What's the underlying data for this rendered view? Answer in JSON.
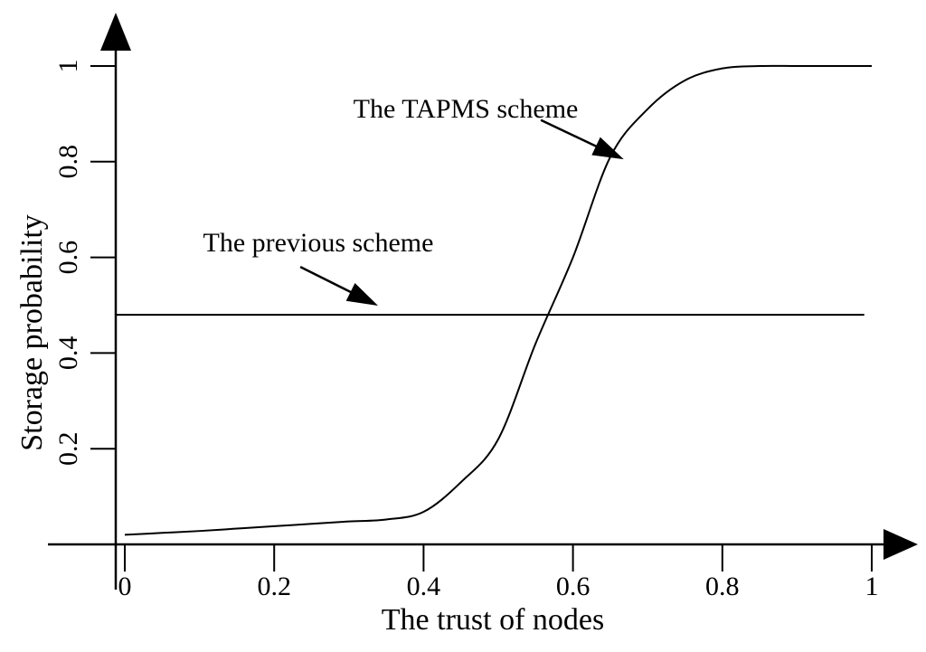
{
  "figure": {
    "background_color": "#ffffff",
    "line_color": "#000000"
  },
  "chart_data": {
    "type": "line",
    "title": "",
    "xlabel": "The trust of nodes",
    "ylabel": "Storage probability",
    "xlim": [
      0,
      1
    ],
    "ylim": [
      0,
      1
    ],
    "grid": false,
    "legend": "none (labels via arrow annotations)",
    "x_ticks": [
      0,
      0.2,
      0.4,
      0.6,
      0.8,
      1
    ],
    "x_tick_labels": [
      "0",
      "0.2",
      "0.4",
      "0.6",
      "0.8",
      "1"
    ],
    "y_ticks": [
      0.2,
      0.4,
      0.6,
      0.8,
      1
    ],
    "y_tick_labels": [
      "0.2",
      "0.4",
      "0.6",
      "0.8",
      "1"
    ],
    "series": [
      {
        "name": "The TAPMS scheme",
        "type": "curve",
        "x": [
          0,
          0.05,
          0.1,
          0.15,
          0.2,
          0.25,
          0.3,
          0.35,
          0.4,
          0.45,
          0.5,
          0.55,
          0.6,
          0.65,
          0.7,
          0.75,
          0.8,
          0.85,
          0.9,
          0.95,
          1.0
        ],
        "y": [
          0.02,
          0.024,
          0.028,
          0.033,
          0.038,
          0.043,
          0.048,
          0.052,
          0.068,
          0.13,
          0.22,
          0.42,
          0.6,
          0.81,
          0.91,
          0.97,
          0.995,
          1.0,
          1.0,
          1.0,
          1.0
        ]
      },
      {
        "name": "The previous scheme",
        "type": "constant",
        "value": 0.48,
        "x_range": [
          0,
          0.99
        ]
      }
    ],
    "annotations": [
      {
        "label": "The TAPMS scheme",
        "text_center": {
          "x": 0.456,
          "y": 0.909
        },
        "arrow_from": {
          "x": 0.557,
          "y": 0.887
        },
        "arrow_to": {
          "x": 0.668,
          "y": 0.805
        }
      },
      {
        "label": "The previous scheme",
        "text_center": {
          "x": 0.259,
          "y": 0.63
        },
        "arrow_from": {
          "x": 0.235,
          "y": 0.58
        },
        "arrow_to": {
          "x": 0.339,
          "y": 0.499
        }
      }
    ]
  }
}
